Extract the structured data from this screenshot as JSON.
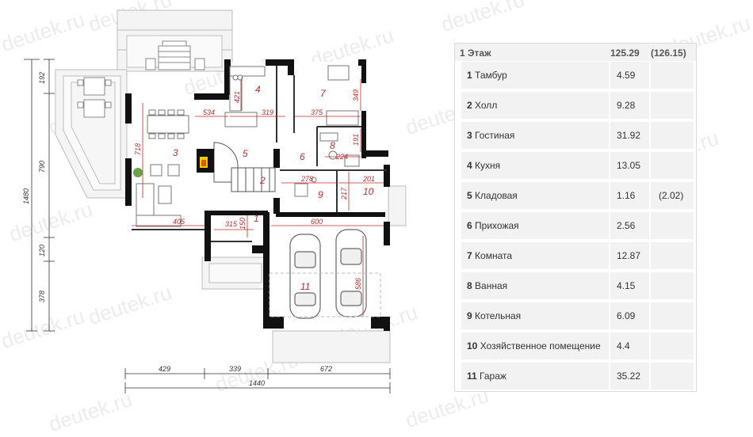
{
  "plan": {
    "room_numbers": [
      "1",
      "2",
      "3",
      "4",
      "5",
      "6",
      "7",
      "8",
      "9",
      "10",
      "11"
    ],
    "dimensions": {
      "d534": "534",
      "d421": "421",
      "d319": "319",
      "d375": "375",
      "d349": "349",
      "d718": "718",
      "d191": "191",
      "d224": "224",
      "d278": "278",
      "d201": "201",
      "d217": "217",
      "d405": "405",
      "d315": "315",
      "d150": "150",
      "d600": "600",
      "d586": "586"
    },
    "left_dims": [
      "192",
      "790",
      "120",
      "378"
    ],
    "left_total": "1480",
    "bottom_dims": [
      "429",
      "339",
      "672"
    ],
    "bottom_total": "1440"
  },
  "watermark": "deutek.ru",
  "legend": {
    "floor_label": "1 Этаж",
    "total": "125.29",
    "total_extra": "(126.15)",
    "rooms": [
      {
        "num": "1",
        "name": "Тамбур",
        "area": "4.59",
        "extra": ""
      },
      {
        "num": "2",
        "name": "Холл",
        "area": "9.28",
        "extra": ""
      },
      {
        "num": "3",
        "name": "Гостиная",
        "area": "31.92",
        "extra": ""
      },
      {
        "num": "4",
        "name": "Кухня",
        "area": "13.05",
        "extra": ""
      },
      {
        "num": "5",
        "name": "Кладовая",
        "area": "1.16",
        "extra": "(2.02)"
      },
      {
        "num": "6",
        "name": "Прихожая",
        "area": "2.56",
        "extra": ""
      },
      {
        "num": "7",
        "name": "Комната",
        "area": "12.87",
        "extra": ""
      },
      {
        "num": "8",
        "name": "Ванная",
        "area": "4.15",
        "extra": ""
      },
      {
        "num": "9",
        "name": "Котельная",
        "area": "6.09",
        "extra": ""
      },
      {
        "num": "10",
        "name": "Хозяйственное помещение",
        "area": "4.4",
        "extra": ""
      },
      {
        "num": "11",
        "name": "Гараж",
        "area": "35.22",
        "extra": ""
      }
    ]
  }
}
